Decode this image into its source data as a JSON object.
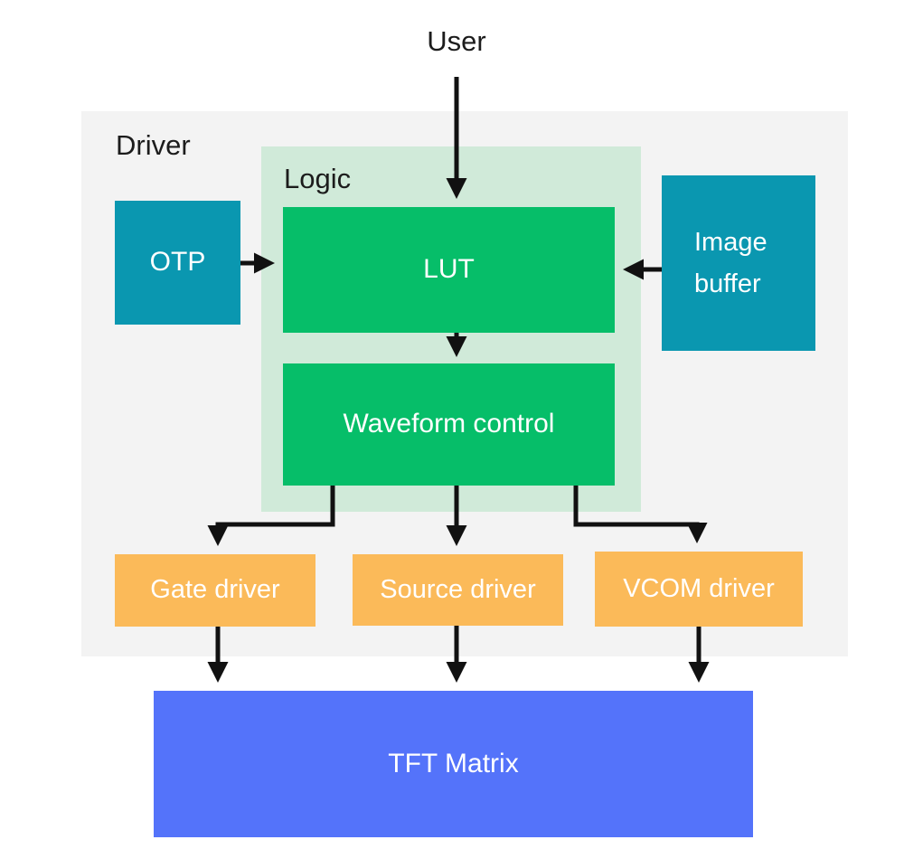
{
  "diagram": {
    "type": "block-diagram",
    "subject": "Display driver architecture"
  },
  "nodes": {
    "user": {
      "label": "User"
    },
    "driver_region": {
      "label": "Driver"
    },
    "logic_region": {
      "label": "Logic"
    },
    "otp": {
      "label": "OTP"
    },
    "lut": {
      "label": "LUT"
    },
    "waveform_control": {
      "label": "Waveform control"
    },
    "image_buffer": {
      "label": "Image buffer"
    },
    "gate_driver": {
      "label": "Gate driver"
    },
    "source_driver": {
      "label": "Source driver"
    },
    "vcom_driver": {
      "label": "VCOM driver"
    },
    "tft_matrix": {
      "label": "TFT Matrix"
    }
  },
  "edges": [
    {
      "from": "user",
      "to": "lut"
    },
    {
      "from": "otp",
      "to": "lut"
    },
    {
      "from": "image_buffer",
      "to": "lut"
    },
    {
      "from": "lut",
      "to": "waveform_control"
    },
    {
      "from": "waveform_control",
      "to": "gate_driver"
    },
    {
      "from": "waveform_control",
      "to": "source_driver"
    },
    {
      "from": "waveform_control",
      "to": "vcom_driver"
    },
    {
      "from": "gate_driver",
      "to": "tft_matrix"
    },
    {
      "from": "source_driver",
      "to": "tft_matrix"
    },
    {
      "from": "vcom_driver",
      "to": "tft_matrix"
    }
  ],
  "colors": {
    "driver_region_bg": "#f3f3f3",
    "logic_region_bg": "#d0ead9",
    "green_node": "#06be69",
    "teal_node": "#0a97b0",
    "orange_node": "#fbba59",
    "blue_node": "#5473fa",
    "arrow": "#111111",
    "dark_text": "#1c1c1c",
    "light_text": "#ffffff"
  }
}
